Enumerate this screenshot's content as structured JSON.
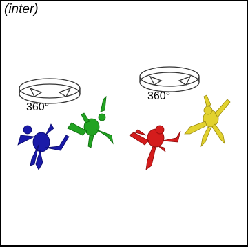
{
  "panel": {
    "label": "(inter)",
    "rotation_left": "360°",
    "rotation_right": "360°"
  },
  "figures": [
    {
      "name": "blue-figure",
      "color": "#1a1aa8"
    },
    {
      "name": "green-figure",
      "color": "#22a322"
    },
    {
      "name": "red-figure",
      "color": "#d41c1c"
    },
    {
      "name": "yellow-figure",
      "color": "#e2d22e"
    }
  ]
}
